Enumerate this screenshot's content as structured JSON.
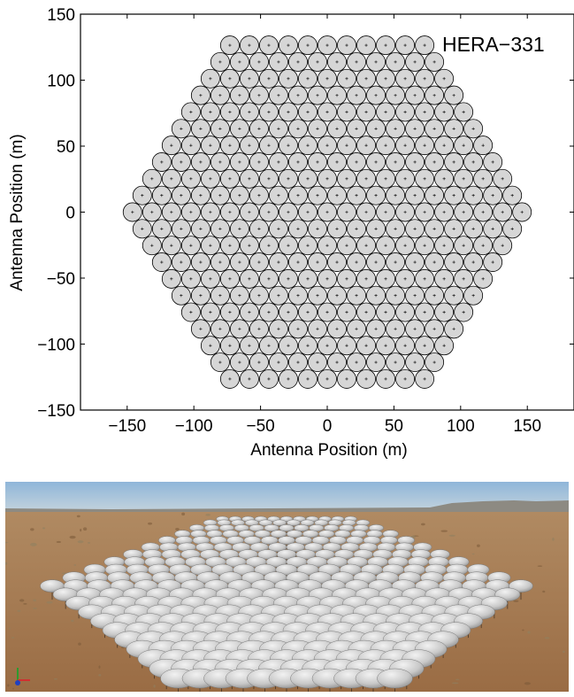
{
  "chart_data": {
    "type": "scatter",
    "title": "",
    "annotation": "HERA−331",
    "xlabel": "Antenna Position (m)",
    "ylabel": "Antenna Position (m)",
    "xlim": [
      -185,
      185
    ],
    "ylim": [
      -150,
      150
    ],
    "xticks": [
      -150,
      -100,
      -50,
      0,
      50,
      100,
      150
    ],
    "xtick_labels": [
      "−150",
      "−100",
      "−50",
      "0",
      "50",
      "100",
      "150"
    ],
    "yticks": [
      -150,
      -100,
      -50,
      0,
      50,
      100,
      150
    ],
    "ytick_labels": [
      "−150",
      "−100",
      "−50",
      "0",
      "50",
      "100",
      "150"
    ],
    "grid": false,
    "layout": "hexagonal",
    "antenna_count": 331,
    "antenna_diameter_m": 14,
    "antenna_spacing_m": 14.6,
    "hex_rings": 10,
    "marker": "circle",
    "colors": {
      "dish_fill": "#d6d6d6",
      "dish_edge": "#000000",
      "center_dot": "#000000"
    }
  },
  "photo": {
    "description_icon": "antenna-array-photo",
    "colors": {
      "sky_top": "#8fb6d9",
      "sky_horizon": "#c4d3dd",
      "ground_near": "#9a6c44",
      "ground_far": "#b08a62",
      "dish": "#c8c8c8"
    }
  }
}
